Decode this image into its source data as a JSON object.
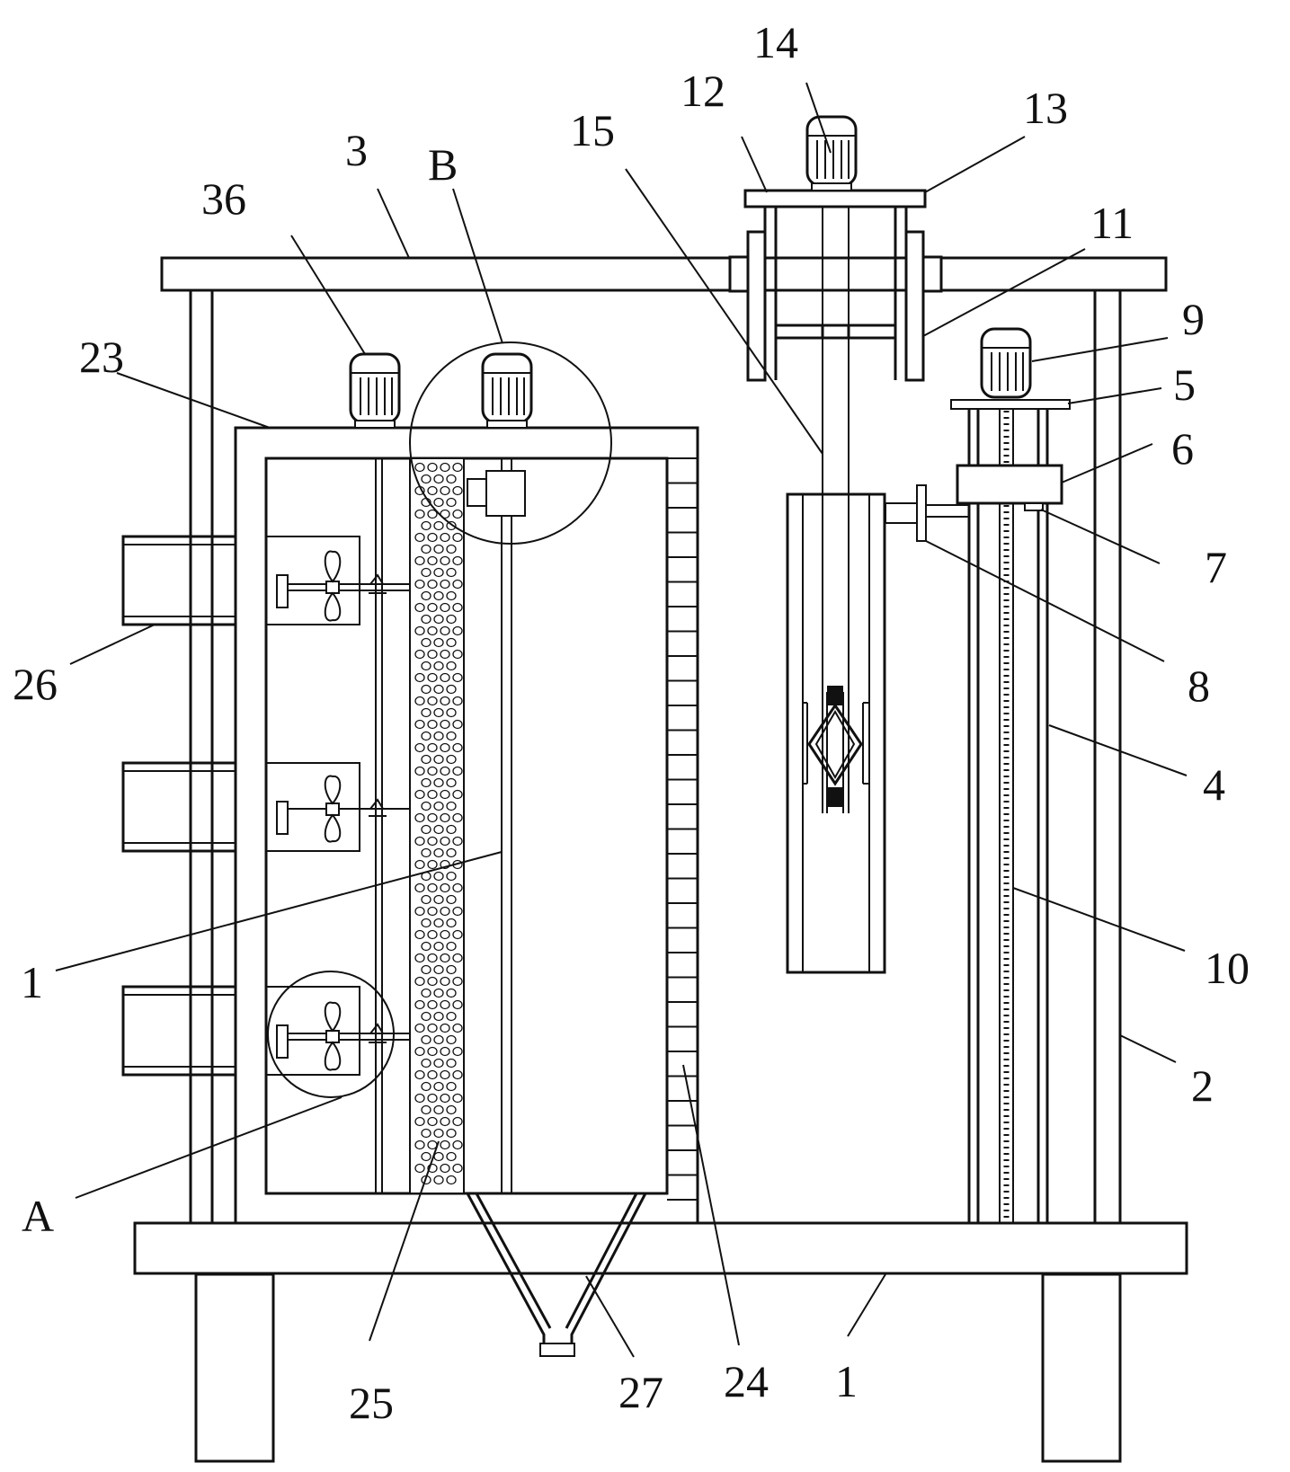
{
  "labels": {
    "n14": "14",
    "n12": "12",
    "n13": "13",
    "n15": "15",
    "n3": "3",
    "nB": "B",
    "n36": "36",
    "n11": "11",
    "n9": "9",
    "n5": "5",
    "n23": "23",
    "n6": "6",
    "n7": "7",
    "n26": "26",
    "n8": "8",
    "n4": "4",
    "n10": "10",
    "n1_left": "1",
    "n2": "2",
    "nA": "A",
    "n25": "25",
    "n27": "27",
    "n24": "24",
    "n1_bottom": "1"
  }
}
